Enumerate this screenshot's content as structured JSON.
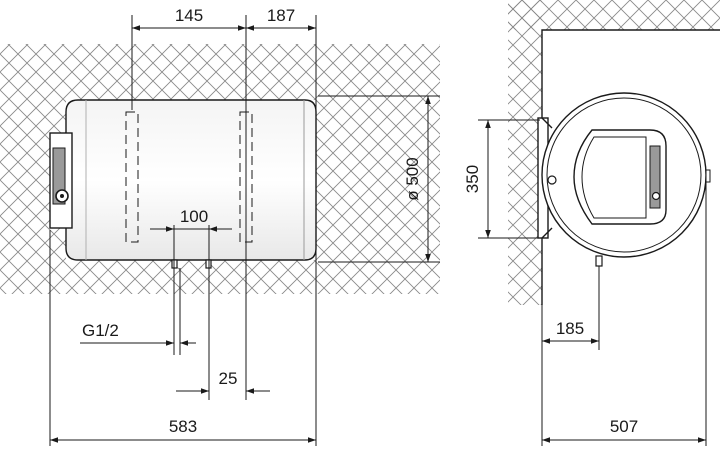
{
  "dimensions": {
    "top_left": "145",
    "top_right": "187",
    "diameter": "ø 500",
    "pipe_spacing": "100",
    "thread": "G1/2",
    "offset_25": "25",
    "overall_width": "583",
    "bracket_height": "350",
    "pipe_offset": "185",
    "overall_depth": "507"
  },
  "colors": {
    "line": "#1a1a1a",
    "hatch": "#8a8a8a"
  }
}
